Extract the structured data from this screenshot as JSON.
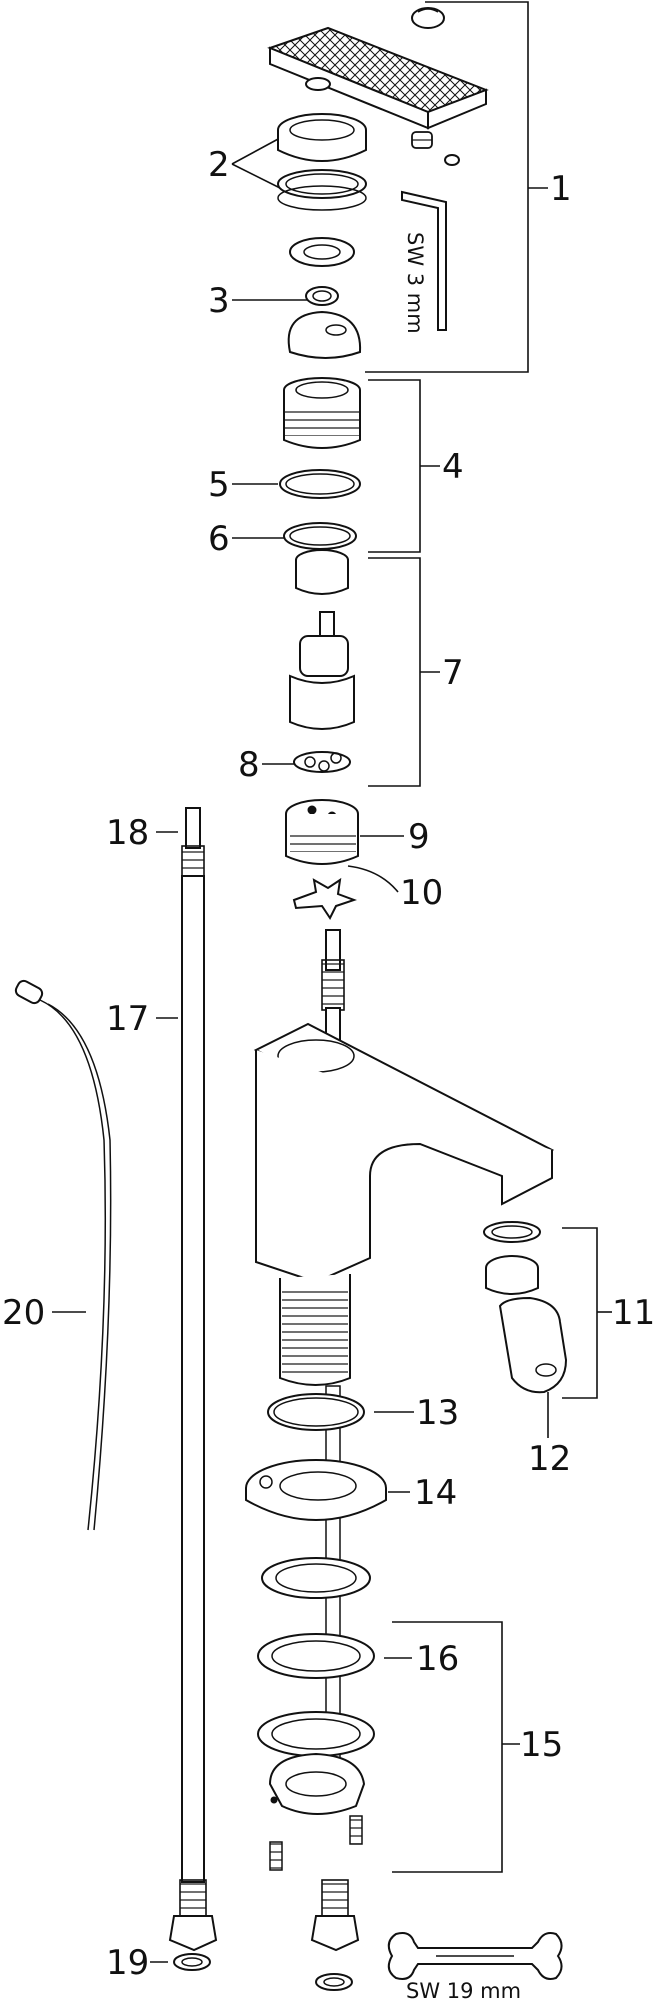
{
  "labels": {
    "l1": "1",
    "l2": "2",
    "l3": "3",
    "l4": "4",
    "l5": "5",
    "l6": "6",
    "l7": "7",
    "l8": "8",
    "l9": "9",
    "l10": "10",
    "l11": "11",
    "l12": "12",
    "l13": "13",
    "l14": "14",
    "l15": "15",
    "l16": "16",
    "l17": "17",
    "l18": "18",
    "l19": "19",
    "l20": "20"
  },
  "tools": {
    "hex_key": "SW 3 mm",
    "wrench": "SW 19 mm"
  },
  "colors": {
    "line": "#111111",
    "background": "#ffffff"
  }
}
